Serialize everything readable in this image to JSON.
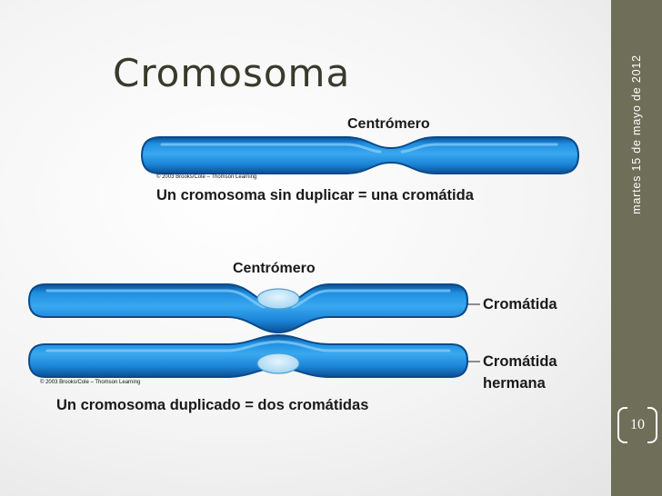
{
  "slide": {
    "title": "Cromosoma",
    "sidebar_date": "martes 15 de mayo de 2012",
    "page_number": "10"
  },
  "figure_top": {
    "centromere_label": "Centrómero",
    "copyright": "© 2003 Brooks/Cole – Thomson Learning",
    "caption": "Un cromosoma sin duplicar = una cromátida"
  },
  "figure_bottom": {
    "centromere_label": "Centrómero",
    "chromatid_label": "Cromátida",
    "sister_label_line1": "Cromátida",
    "sister_label_line2": "hermana",
    "copyright": "© 2003 Brooks/Cole – Thomson Learning",
    "caption": "Un cromosoma duplicado = dos cromátidas"
  },
  "colors": {
    "chromosome": "#1e8fe0",
    "chromosome_dark": "#0d5fa8",
    "centromere": "#bfe3f7",
    "sidebar": "#6f6e58"
  }
}
